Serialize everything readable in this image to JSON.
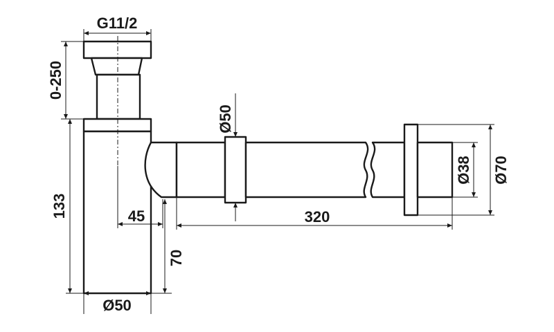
{
  "dimensions": {
    "thread_size": "G11/2",
    "height_adjust": "0-250",
    "body_height": "133",
    "outlet_offset": "45",
    "outlet_height": "70",
    "bottle_diameter": "Ø50",
    "nut_diameter": "Ø50",
    "horizontal_length": "320",
    "pipe_diameter": "Ø38",
    "flange_diameter": "Ø70"
  }
}
